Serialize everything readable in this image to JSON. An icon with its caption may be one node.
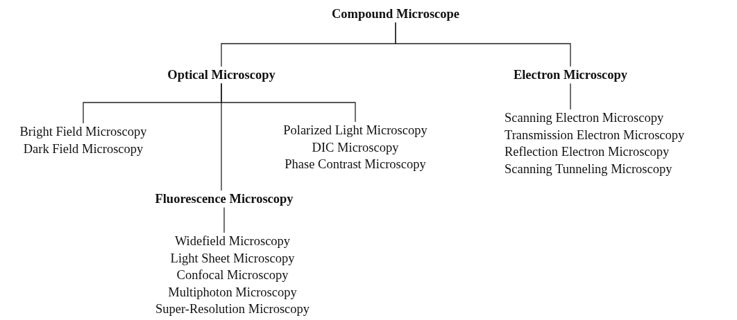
{
  "diagram": {
    "nodes": [
      {
        "text": [
          "Compound Microscope"
        ]
      },
      {
        "text": [
          "Optical Microscopy"
        ]
      },
      {
        "text": [
          "Electron Microscopy"
        ]
      },
      {
        "text": [
          "Bright Field Microscopy",
          "Dark Field Microscopy"
        ]
      },
      {
        "text": [
          "Polarized Light Microscopy",
          "DIC Microscopy",
          "Phase Contrast Microscopy"
        ]
      },
      {
        "text": [
          "Fluorescence Microscopy"
        ]
      },
      {
        "text": [
          "Widefield Microscopy",
          "Light Sheet Microscopy",
          "Confocal Microscopy",
          "Multiphoton Microscopy",
          "Super-Resolution Microscopy"
        ]
      },
      {
        "text": [
          "Scanning Electron Microscopy",
          "Transmission Electron Microscopy",
          "Reflection Electron Microscopy",
          "Scanning Tunneling Microscopy"
        ]
      }
    ],
    "edges": [
      {
        "from": 0,
        "to": 1,
        "arrow": "none"
      },
      {
        "from": 0,
        "to": 2,
        "arrow": "none"
      },
      {
        "from": 1,
        "to": 3,
        "arrow": "none"
      },
      {
        "from": 1,
        "to": 4,
        "arrow": "none"
      },
      {
        "from": 1,
        "to": 5,
        "arrow": "none"
      },
      {
        "from": 2,
        "to": 7,
        "arrow": "none"
      },
      {
        "from": 5,
        "to": 6,
        "arrow": "none"
      }
    ]
  }
}
